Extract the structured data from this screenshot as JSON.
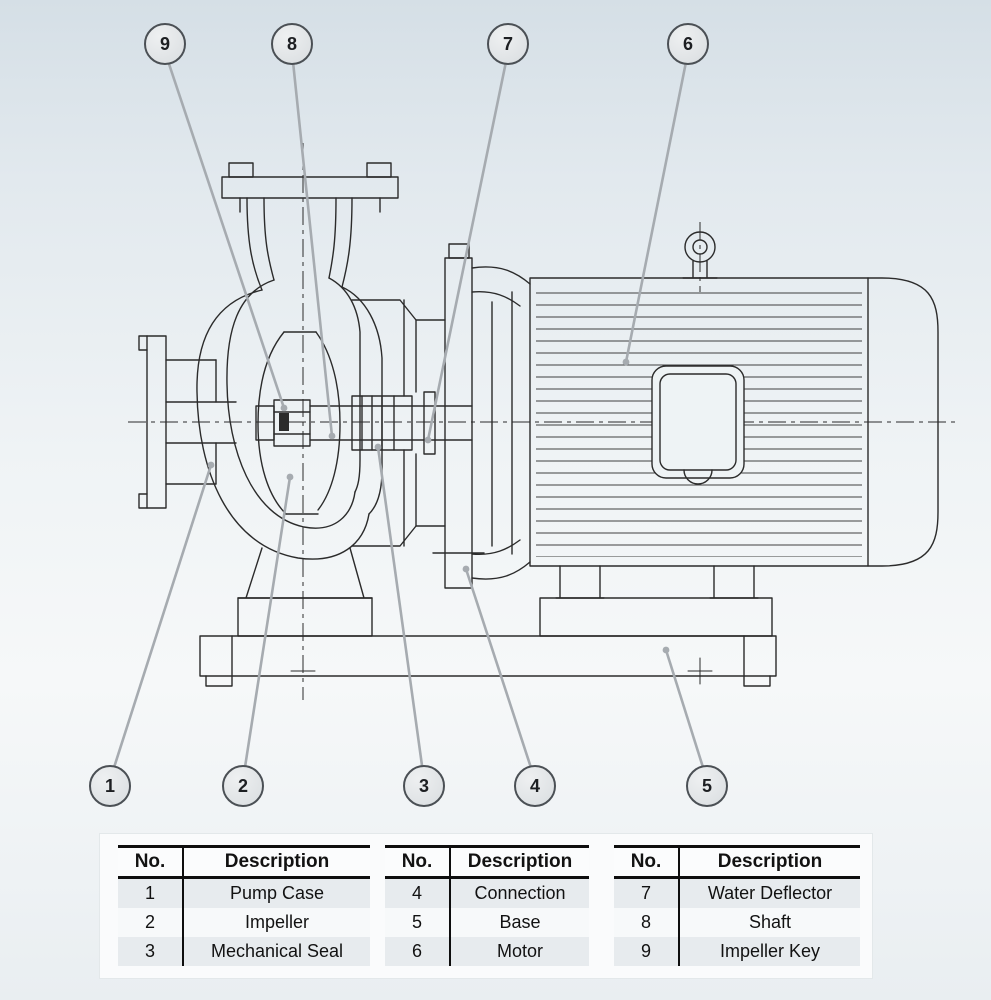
{
  "colors": {
    "line": "#2b2b2b",
    "leader": "#a6abb0",
    "callout_fill": "#d9dde0",
    "callout_border": "#4b5055"
  },
  "callouts": [
    {
      "label": "1"
    },
    {
      "label": "2"
    },
    {
      "label": "3"
    },
    {
      "label": "4"
    },
    {
      "label": "5"
    },
    {
      "label": "6"
    },
    {
      "label": "7"
    },
    {
      "label": "8"
    },
    {
      "label": "9"
    }
  ],
  "parts_tables": [
    {
      "headers": {
        "no": "No.",
        "description": "Description"
      },
      "rows": [
        {
          "no": "1",
          "description": "Pump Case"
        },
        {
          "no": "2",
          "description": "Impeller"
        },
        {
          "no": "3",
          "description": "Mechanical Seal"
        }
      ]
    },
    {
      "headers": {
        "no": "No.",
        "description": "Description"
      },
      "rows": [
        {
          "no": "4",
          "description": "Connection"
        },
        {
          "no": "5",
          "description": "Base"
        },
        {
          "no": "6",
          "description": "Motor"
        }
      ]
    },
    {
      "headers": {
        "no": "No.",
        "description": "Description"
      },
      "rows": [
        {
          "no": "7",
          "description": "Water Deflector"
        },
        {
          "no": "8",
          "description": "Shaft"
        },
        {
          "no": "9",
          "description": "Impeller Key"
        }
      ]
    }
  ]
}
